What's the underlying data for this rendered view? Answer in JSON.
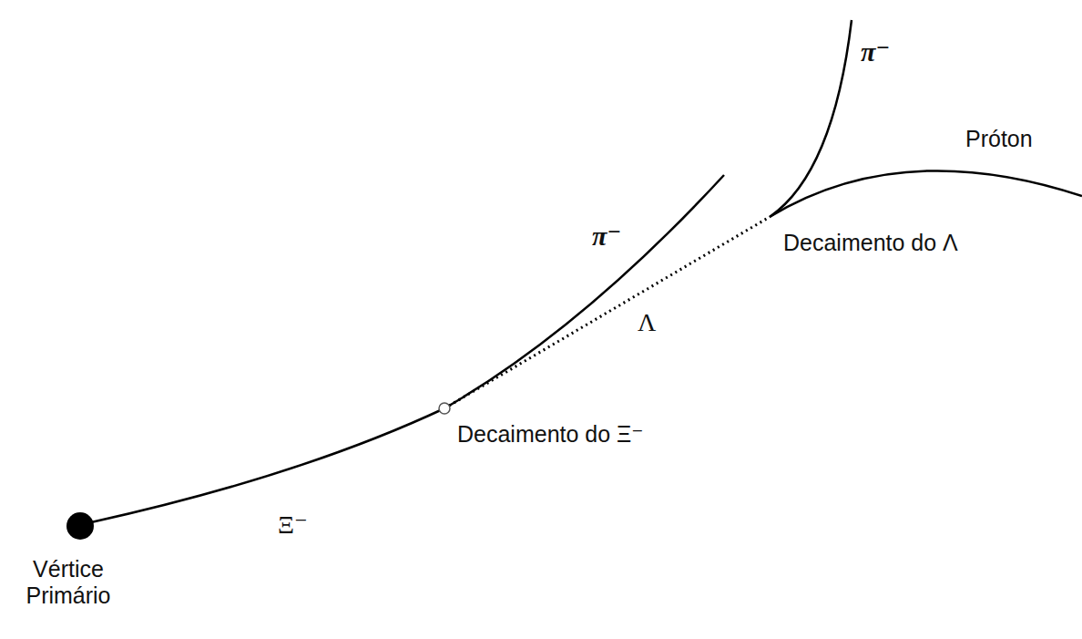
{
  "diagram": {
    "labels": [
      "π⁻",
      "Próton",
      "Decaimento do Λ",
      "π⁻",
      "Λ",
      "Decaimento do Ξ⁻",
      "Ξ⁻",
      "Vértice Primário"
    ]
  }
}
